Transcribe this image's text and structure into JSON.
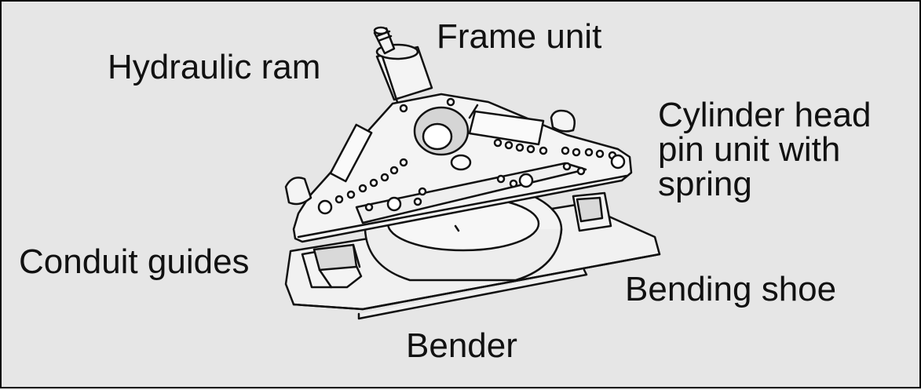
{
  "labels": {
    "hydraulic_ram": "Hydraulic ram",
    "frame_unit": "Frame unit",
    "cylinder_head_pin_unit": [
      "Cylinder head",
      "pin unit with",
      "spring"
    ],
    "conduit_guides": "Conduit guides",
    "bending_shoe": "Bending shoe",
    "bender": "Bender"
  },
  "colors": {
    "background": "#e6e6e6",
    "ink": "#111111",
    "border": "#0a0a0a"
  }
}
